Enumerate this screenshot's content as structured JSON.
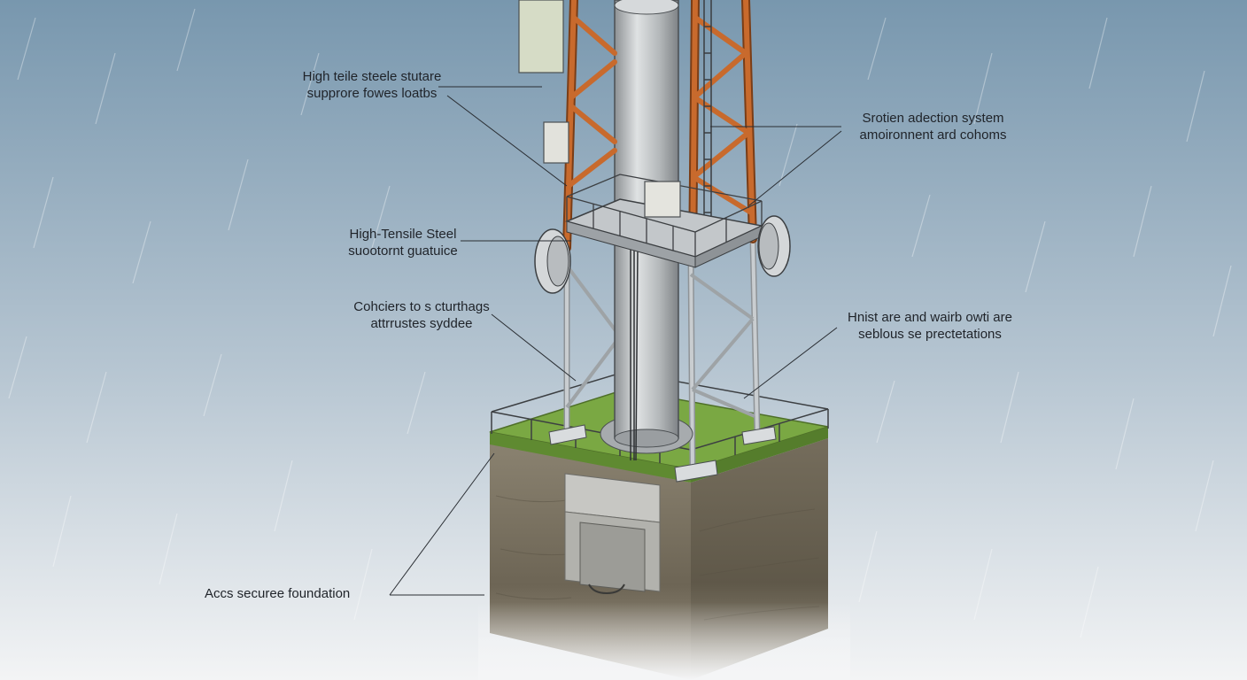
{
  "colors": {
    "sky_top": "#7a98b0",
    "sky_bottom": "#f4f5f6",
    "orange_steel": "#c4682c",
    "grey_steel": "#cfd3d6",
    "pole": "#b9bdbf",
    "grass": "#79a83f",
    "soil": "#7d7463",
    "concrete": "#c9c9c6",
    "leader_line": "#2a2e33",
    "text": "#1f2329"
  },
  "callouts": [
    {
      "id": "high-tensile-top",
      "lines": [
        "High teile steele stutare",
        "supprore fowes loatbs"
      ]
    },
    {
      "id": "protection-system",
      "lines": [
        "Srotien adection system",
        "amoironnent ard cohoms"
      ]
    },
    {
      "id": "high-tensile-steel",
      "lines": [
        "High-Tensile Steel",
        "suootornt guatuice"
      ]
    },
    {
      "id": "connectors",
      "lines": [
        "Cohciers to s cturthags",
        "attrrustes syddee"
      ]
    },
    {
      "id": "hoist-water",
      "lines": [
        "Hnist are and wairb owti are",
        "seblous se prectetations"
      ]
    },
    {
      "id": "foundation",
      "lines": [
        "Accs securee foundation"
      ]
    }
  ]
}
